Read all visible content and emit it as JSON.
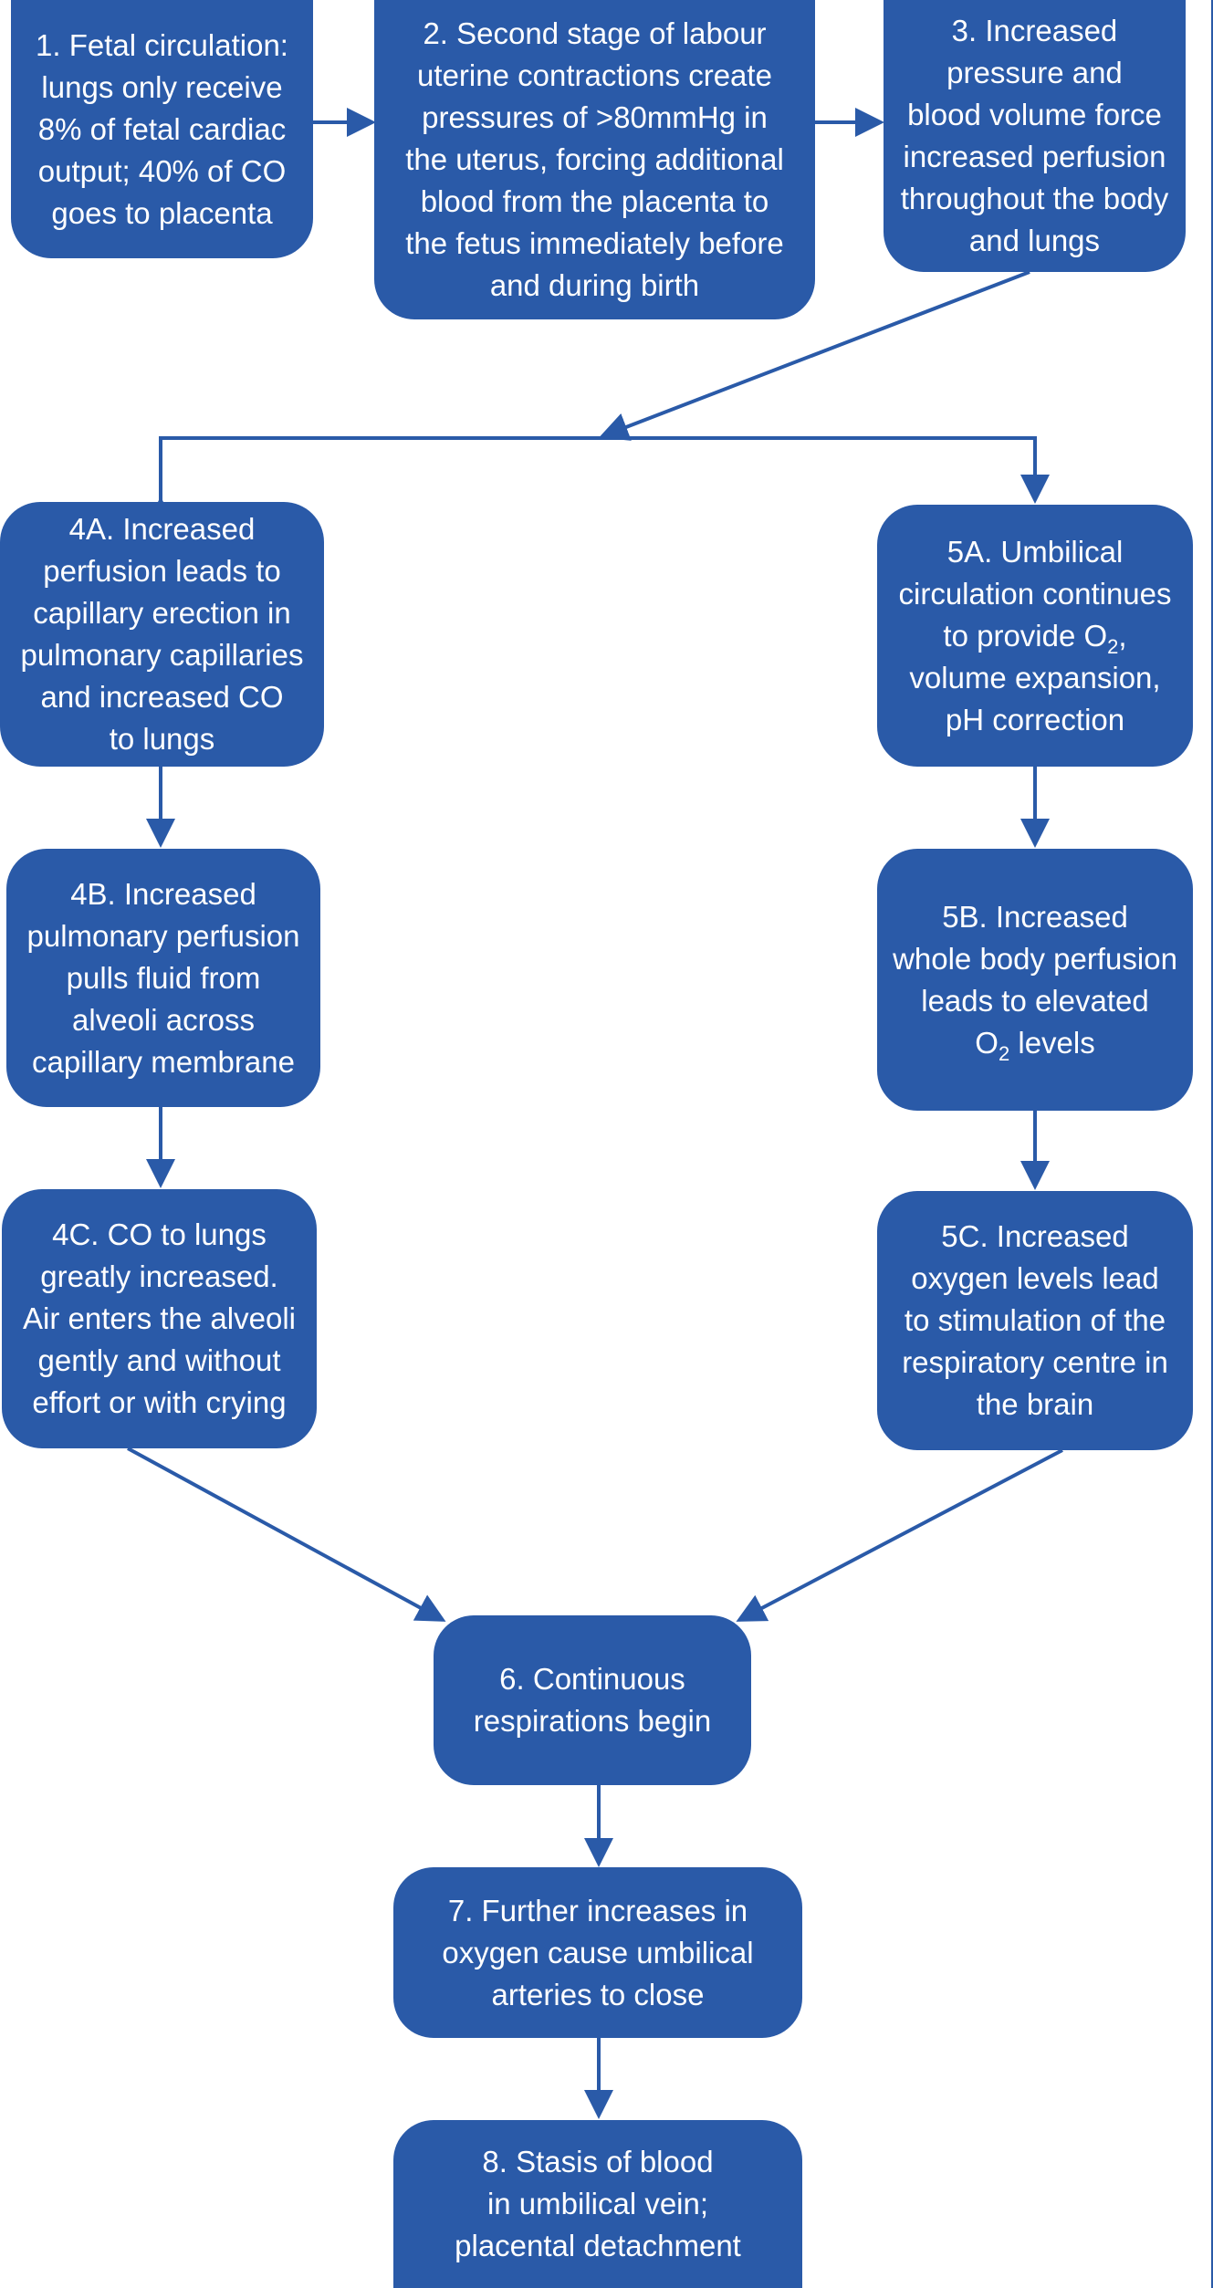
{
  "accent_color": "#2a5aa8",
  "nodes": {
    "n1": {
      "lines": [
        "1. Fetal circulation:",
        "lungs only receive",
        "8% of fetal cardiac",
        "output; 40% of CO",
        "goes to placenta"
      ]
    },
    "n2": {
      "lines": [
        "2. Second stage of labour",
        "uterine contractions create",
        "pressures of >80mmHg in",
        "the uterus, forcing additional",
        "blood from the placenta to",
        "the fetus immediately before",
        "and during birth"
      ]
    },
    "n3": {
      "lines": [
        "3. Increased",
        "pressure and",
        "blood volume force",
        "increased perfusion",
        "throughout the body",
        "and lungs"
      ]
    },
    "n4a": {
      "lines": [
        "4A. Increased",
        "perfusion leads to",
        "capillary erection in",
        "pulmonary capillaries",
        "and increased CO",
        "to lungs"
      ]
    },
    "n5a": {
      "lines": [
        "5A. Umbilical",
        "circulation continues",
        "to provide O",
        "volume expansion,",
        "pH correction"
      ],
      "sub": "2",
      "sub_after": ","
    },
    "n4b": {
      "lines": [
        "4B. Increased",
        "pulmonary perfusion",
        "pulls fluid from",
        "alveoli across",
        "capillary membrane"
      ]
    },
    "n5b": {
      "lines": [
        "5B. Increased",
        "whole body perfusion",
        "leads to elevated",
        "O"
      ],
      "sub": "2",
      "sub_after": " levels"
    },
    "n4c": {
      "lines": [
        "4C. CO to lungs",
        "greatly increased.",
        "Air enters the alveoli",
        "gently and without",
        "effort or with crying"
      ]
    },
    "n5c": {
      "lines": [
        "5C. Increased",
        "oxygen levels lead",
        "to stimulation of the",
        "respiratory centre in",
        "the brain"
      ]
    },
    "n6": {
      "lines": [
        "6. Continuous",
        "respirations begin"
      ]
    },
    "n7": {
      "lines": [
        "7. Further increases in",
        "oxygen cause umbilical",
        "arteries to close"
      ]
    },
    "n8": {
      "lines": [
        "8. Stasis of blood",
        "in umbilical vein;",
        "placental detachment"
      ]
    }
  }
}
